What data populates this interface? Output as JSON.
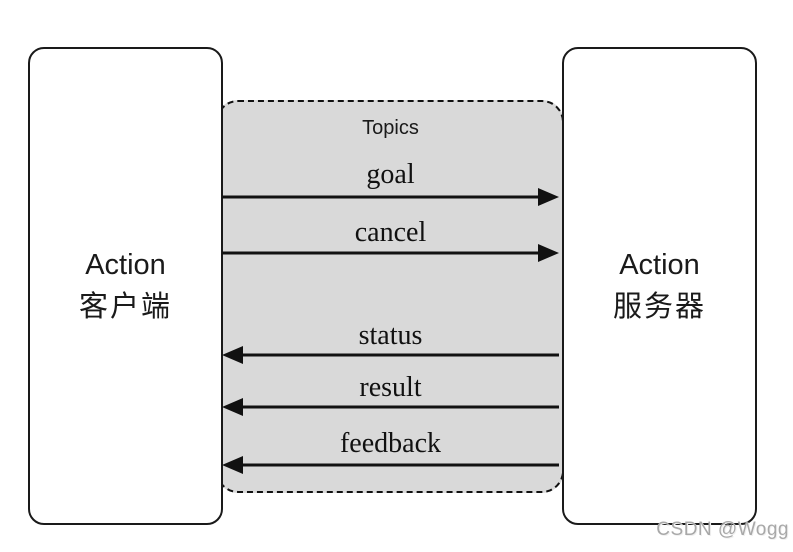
{
  "diagram": {
    "title_hint": "ROS Action communication diagram",
    "left_box": {
      "line1": "Action",
      "line2": "客户端"
    },
    "right_box": {
      "line1": "Action",
      "line2": "服务器"
    },
    "topics_region_label": "Topics",
    "topics": [
      {
        "name": "goal",
        "direction": "right"
      },
      {
        "name": "cancel",
        "direction": "right"
      },
      {
        "name": "status",
        "direction": "left"
      },
      {
        "name": "result",
        "direction": "left"
      },
      {
        "name": "feedback",
        "direction": "left"
      }
    ],
    "colors": {
      "region_fill": "#d9d9d9",
      "stroke": "#111111",
      "box_fill": "#ffffff"
    }
  },
  "watermark": "CSDN @Wogg"
}
